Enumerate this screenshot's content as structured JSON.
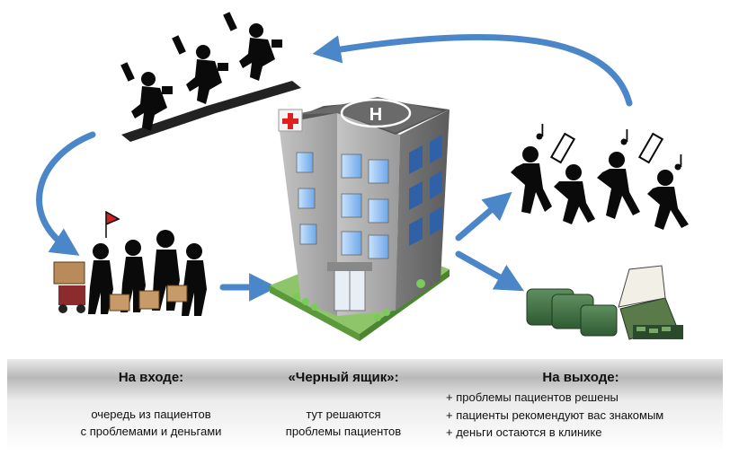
{
  "building": {
    "heliport_letter": "H"
  },
  "input": {
    "title": "На входе:",
    "lines": [
      "очередь из пациентов",
      "с проблемами и деньгами"
    ]
  },
  "blackbox": {
    "title": "«Черный ящик»:",
    "lines": [
      "тут решаются",
      "проблемы пациентов"
    ]
  },
  "output": {
    "title": "На выходе:",
    "items": [
      "+ проблемы пациентов решены",
      "+ пациенты рекомендуют вас знакомым",
      "+ деньги остаются в клинике"
    ]
  },
  "colors": {
    "arrow": "#4a86c8",
    "figure": "#0a0a0a",
    "money": "#3e6e3e",
    "building_wall": "#a8a8a8",
    "cross": "#e02020"
  }
}
